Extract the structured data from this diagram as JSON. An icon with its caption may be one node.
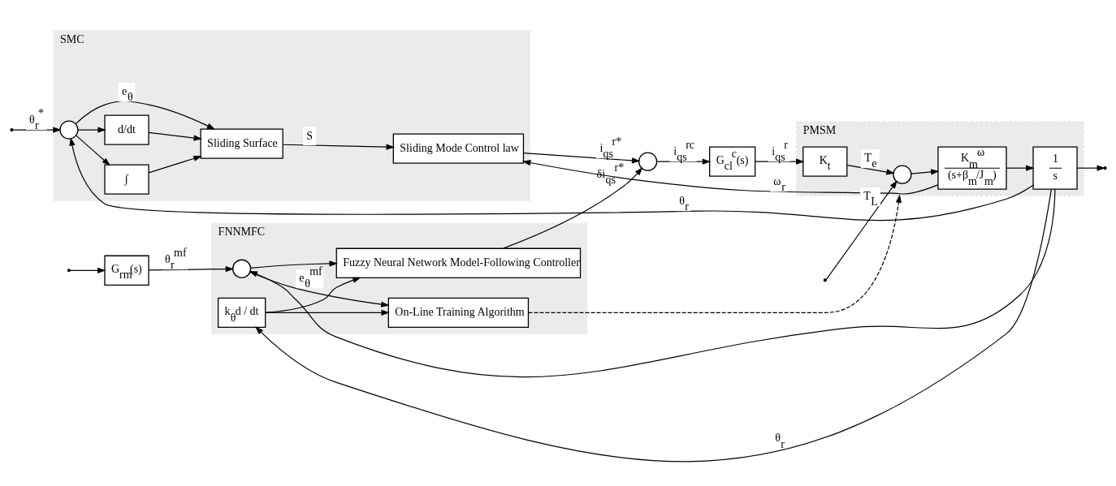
{
  "diagram": {
    "nodes": [
      {
        "text": [
          "FNNMFC"
        ]
      },
      {
        "text": [
          "SMC"
        ]
      },
      {
        "text": [
          "PMSM"
        ]
      },
      {
        "text": [
          "G$_{rm}$(s)"
        ]
      },
      {
        "text": [],
        "shape": "circle",
        "in": 0
      },
      {
        "text": [
          "On-Line Training Algorithm"
        ],
        "in": 0
      },
      {
        "text": [
          "Fuzzy Neural Network Model-Following Controller"
        ],
        "in": 0
      },
      {
        "text": [
          "k$_{θ}$d / dt"
        ],
        "in": 0
      },
      {
        "text": [],
        "shape": "circle",
        "in": 1
      },
      {
        "text": [
          "∫"
        ],
        "in": 1
      },
      {
        "text": [
          "d/dt"
        ],
        "in": 1
      },
      {
        "text": [
          "Sliding Surface"
        ],
        "in": 1
      },
      {
        "text": [
          "Sliding Mode Control law"
        ],
        "in": 1
      },
      {
        "text": [],
        "shape": "circle"
      },
      {
        "text": [
          "G$_{cl}$$^{c}$(s)"
        ]
      },
      {
        "text": [
          "K$_{t}$"
        ],
        "in": 2
      },
      {
        "text": [],
        "shape": "circle",
        "in": 2
      },
      {
        "text": [
          "K$_{m}$$^{ω}$",
          "(s+β$_{m}$/J$_{m}$)"
        ],
        "in": 2
      },
      {
        "text": [
          "1",
          "s"
        ],
        "in": 2
      }
    ],
    "edges": [
      {
        "from": null,
        "to": 8,
        "arrow": "to",
        "label": "θ$_{r}$$^{*}$"
      },
      {
        "from": null,
        "to": 3,
        "arrow": "to"
      },
      {
        "from": 3,
        "to": 4,
        "arrow": "to",
        "label": "θ$_{r}$$^{mf}$"
      },
      {
        "from": 4,
        "to": 5,
        "arrow": "to",
        "label": "e$_{θ}$$^{mf}$"
      },
      {
        "from": 4,
        "to": 6,
        "arrow": "to"
      },
      {
        "from": 7,
        "to": 5,
        "arrow": "to"
      },
      {
        "from": 7,
        "to": 6,
        "arrow": "to"
      },
      {
        "from": 6,
        "to": 13,
        "arrow": "to",
        "label": "δi$_{qs}$$^{r*}$"
      },
      {
        "from": 5,
        "to": 2,
        "arrow": "to",
        "style": "dashed"
      },
      {
        "from": 8,
        "to": 11,
        "arrow": "to",
        "label": "e$_{θ}$"
      },
      {
        "from": 8,
        "to": 9,
        "arrow": "to"
      },
      {
        "from": 8,
        "to": 10,
        "arrow": "to"
      },
      {
        "from": 9,
        "to": 11,
        "arrow": "to"
      },
      {
        "from": 10,
        "to": 11,
        "arrow": "to"
      },
      {
        "from": 11,
        "to": 12,
        "arrow": "to",
        "label": "S"
      },
      {
        "from": 12,
        "to": 13,
        "arrow": "to",
        "label": "i$_{qs}$$^{r*}$"
      },
      {
        "from": 13,
        "to": 14,
        "arrow": "to",
        "label": "i$_{qs}$$^{rc}$"
      },
      {
        "from": 14,
        "to": 15,
        "arrow": "to",
        "label": "i$_{qs}$$^{r}$"
      },
      {
        "from": 15,
        "to": 16,
        "arrow": "to",
        "label": "T$_{e}$"
      },
      {
        "from": null,
        "to": 16,
        "arrow": "to",
        "label": "T$_{L}$"
      },
      {
        "from": 16,
        "to": 17,
        "arrow": "to"
      },
      {
        "from": 17,
        "to": 18,
        "arrow": "to"
      },
      {
        "from": 17,
        "to": 12,
        "arrow": "to",
        "label": "ω$_{r}$"
      },
      {
        "from": 18,
        "to": null,
        "arrow": "to"
      },
      {
        "from": 18,
        "to": 4,
        "arrow": "to"
      },
      {
        "from": 18,
        "to": 7,
        "arrow": "to",
        "label": "θ$_{r}$"
      },
      {
        "from": 18,
        "to": 8,
        "arrow": "to",
        "label": "θ$_{r}$"
      }
    ]
  }
}
